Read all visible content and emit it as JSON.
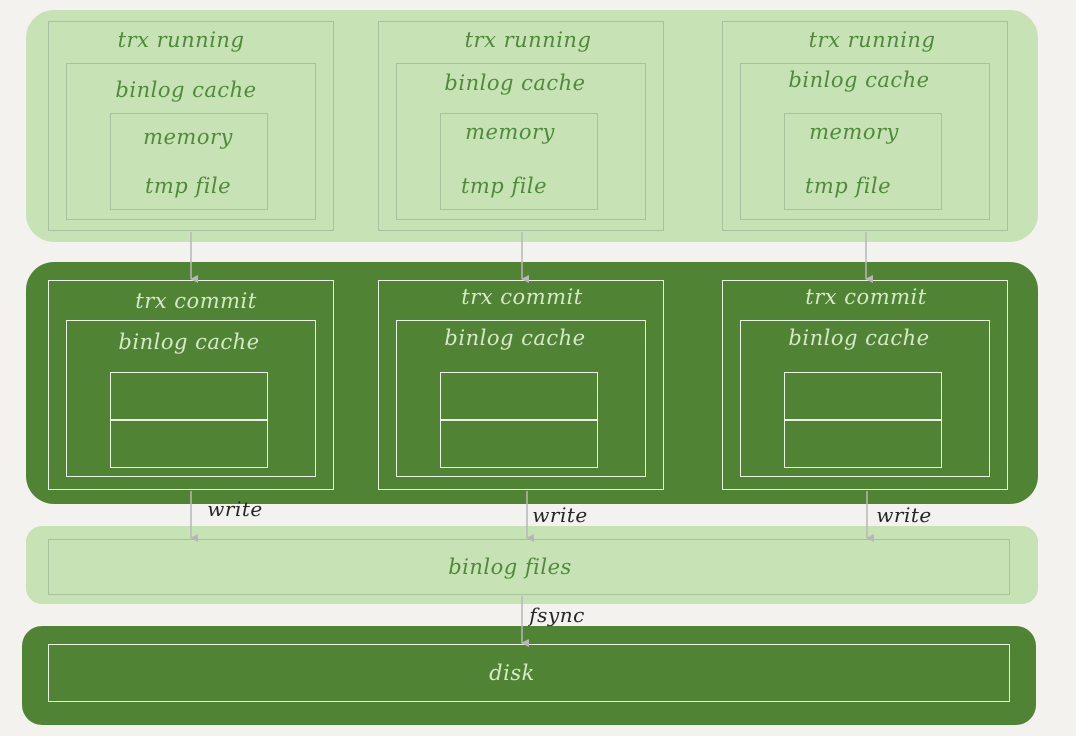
{
  "stages": {
    "running": {
      "columns": [
        {
          "title": "trx running",
          "cache_label": "binlog cache",
          "memory_label": "memory",
          "tmp_file_label": "tmp file"
        },
        {
          "title": "trx running",
          "cache_label": "binlog cache",
          "memory_label": "memory",
          "tmp_file_label": "tmp file"
        },
        {
          "title": "trx running",
          "cache_label": "binlog cache",
          "memory_label": "memory",
          "tmp_file_label": "tmp file"
        }
      ]
    },
    "commit": {
      "columns": [
        {
          "title": "trx commit",
          "cache_label": "binlog cache"
        },
        {
          "title": "trx commit",
          "cache_label": "binlog cache"
        },
        {
          "title": "trx commit",
          "cache_label": "binlog cache"
        }
      ]
    }
  },
  "arrows": {
    "write_labels": [
      "write",
      "write",
      "write"
    ],
    "fsync_label": "fsync"
  },
  "binlog_files_label": "binlog files",
  "disk_label": "disk",
  "colors": {
    "light_band": "#c7e2b4",
    "dark_band": "#508434",
    "light_text": "#4f8a3b",
    "dark_text": "#d6e8c9",
    "arrow": "#b7b7b7"
  }
}
